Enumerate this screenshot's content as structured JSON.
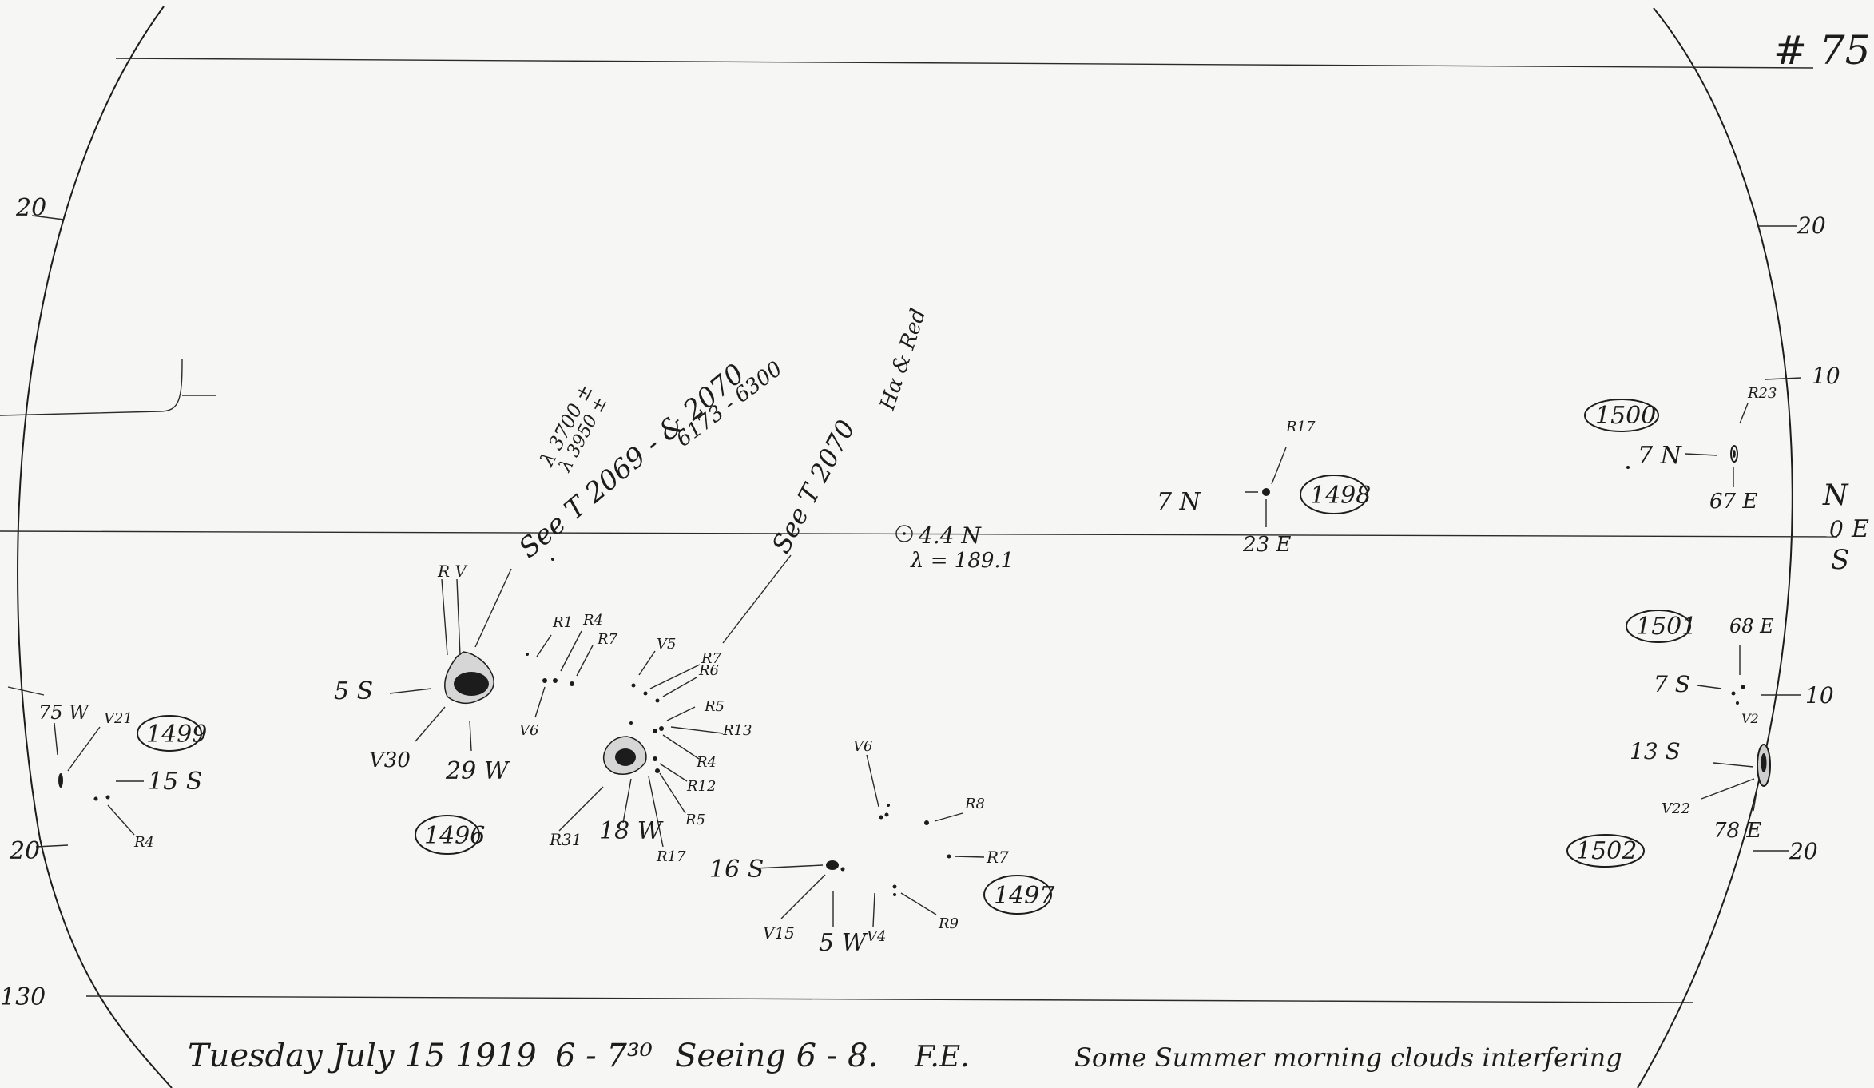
{
  "sheet": {
    "number": "# 75",
    "footer": {
      "date": "Tuesday July 15 1919",
      "time": "6 - 7³⁰",
      "seeing": "Seeing 6 - 8.",
      "observer": "F.E.",
      "remark": "Some Summer morning clouds interfering"
    },
    "center_note": {
      "lat": "4.4 N",
      "lon": "λ = 189.1"
    },
    "scale_labels": {
      "left_20_top": "20",
      "left_20_bottom": "20",
      "left_130": "130",
      "right_20_top": "20",
      "right_10_top": "10",
      "right_10_bottom": "10",
      "right_20_bottom": "20"
    },
    "axis_letters": {
      "n": "N",
      "zero": "0",
      "e": "E",
      "s": "S"
    },
    "notes": {
      "lambda_a": "λ 3700 ±",
      "lambda_b": "λ 3950 ±",
      "see_t_1": "See T 2069 - & 2070",
      "range_1": "6173 - 6300",
      "see_t_2": "See T 2070",
      "h_red": "Hα & Red"
    }
  },
  "groups": [
    {
      "id": "1496",
      "labels": {
        "lat": "5 S",
        "lon": "29 W",
        "v": "V30",
        "rv": "R V",
        "r1": "R1",
        "r4": "R4",
        "r7": "R7",
        "v6": "V6"
      }
    },
    {
      "id": "1497",
      "labels": {
        "lat": "16 S",
        "lon": "5 W",
        "v6": "V6",
        "r8": "R8",
        "r7": "R7",
        "r9": "R9",
        "v15": "V15",
        "v4": "V4"
      }
    },
    {
      "id": "1498",
      "labels": {
        "lat": "7 N",
        "lon": "23 E",
        "r": "R17"
      }
    },
    {
      "id": "1499",
      "labels": {
        "lon": "75 W",
        "v": "V21",
        "lat": "15 S",
        "r": "R4"
      }
    },
    {
      "id": "1500",
      "labels": {
        "lat": "7 N",
        "lon": "67 E",
        "r": "R23"
      }
    },
    {
      "id": "1501",
      "labels": {
        "lon": "68 E",
        "lat": "7 S",
        "v": "V2"
      }
    },
    {
      "id": "1502",
      "labels": {
        "lat": "13 S",
        "v": "V22",
        "lon": "78 E"
      }
    }
  ],
  "group_18w": {
    "lon": "18 W",
    "v5": "V5",
    "r7": "R7",
    "r6": "R6",
    "r5a": "R5",
    "r13": "R13",
    "r4": "R4",
    "r12": "R12",
    "r5b": "R5",
    "r17": "R17",
    "r31": "R31"
  }
}
